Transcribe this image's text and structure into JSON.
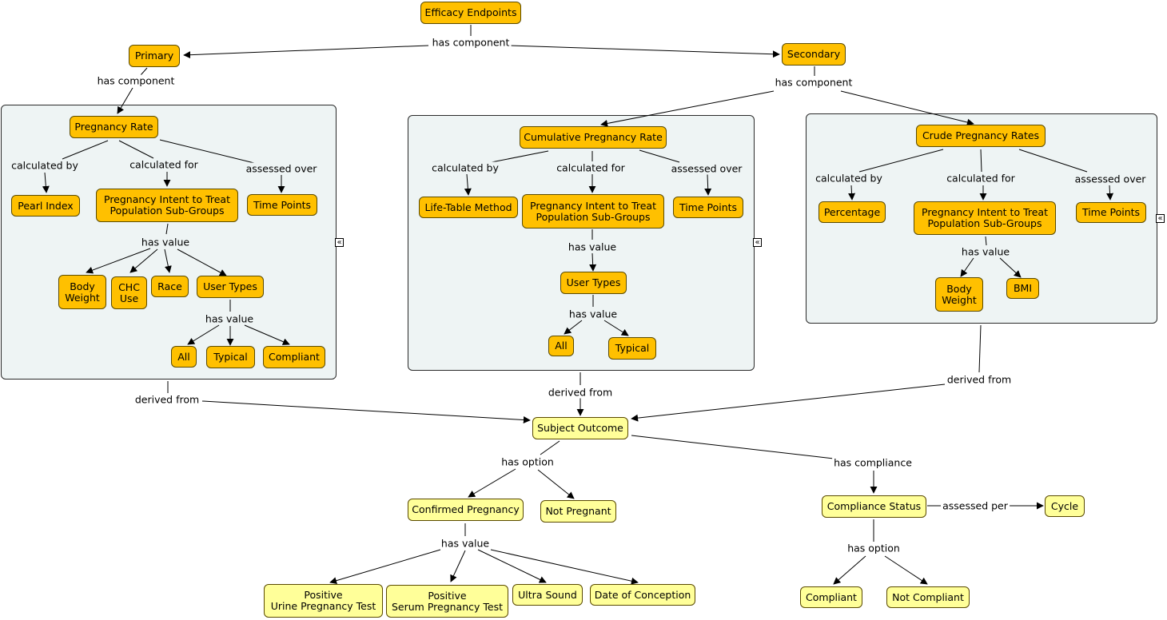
{
  "nodes": {
    "efficacy": "Efficacy Endpoints",
    "primary": "Primary",
    "secondary": "Secondary",
    "pregnancy_rate": "Pregnancy Rate",
    "pearl_index": "Pearl Index",
    "pitt_1": "Pregnancy Intent to Treat\nPopulation Sub-Groups",
    "time_points_1": "Time Points",
    "body_weight_1": "Body\nWeight",
    "chc_use": "CHC\nUse",
    "race": "Race",
    "user_types_1": "User Types",
    "all_1": "All",
    "typical_1": "Typical",
    "compliant_1": "Compliant",
    "cumulative_rate": "Cumulative Pregnancy Rate",
    "life_table": "Life-Table Method",
    "pitt_2": "Pregnancy Intent to Treat\nPopulation Sub-Groups",
    "time_points_2": "Time Points",
    "user_types_2": "User Types",
    "all_2": "All",
    "typical_2": "Typical",
    "crude_rates": "Crude Pregnancy Rates",
    "percentage": "Percentage",
    "pitt_3": "Pregnancy Intent to Treat\nPopulation Sub-Groups",
    "time_points_3": "Time Points",
    "body_weight_3": "Body\nWeight",
    "bmi": "BMI",
    "subject_outcome": "Subject Outcome",
    "confirmed_pregnancy": "Confirmed Pregnancy",
    "not_pregnant": "Not Pregnant",
    "positive_urine": "Positive\nUrine Pregnancy Test",
    "positive_serum": "Positive\nSerum Pregnancy Test",
    "ultra_sound": "Ultra Sound",
    "date_of_conception": "Date of Conception",
    "compliance_status": "Compliance Status",
    "cycle": "Cycle",
    "compliant_2": "Compliant",
    "not_compliant": "Not Compliant"
  },
  "links": {
    "has_component_top": "has component",
    "has_component_primary": "has component",
    "has_component_secondary": "has component",
    "p_calculated_by": "calculated by",
    "p_calculated_for": "calculated for",
    "p_assessed_over": "assessed over",
    "p_has_value": "has value",
    "p_has_value_types": "has value",
    "c_calculated_by": "calculated by",
    "c_calculated_for": "calculated for",
    "c_assessed_over": "assessed over",
    "c_has_value": "has value",
    "c_has_value_types": "has value",
    "r_calculated_by": "calculated by",
    "r_calculated_for": "calculated for",
    "r_assessed_over": "assessed over",
    "r_has_value": "has value",
    "derived_from_1": "derived from",
    "derived_from_2": "derived from",
    "derived_from_3": "derived from",
    "has_option_outcome": "has option",
    "has_compliance": "has compliance",
    "has_value_confirmed": "has value",
    "assessed_per": "assessed per",
    "has_option_compliance": "has option"
  },
  "colors": {
    "node_orange": "#ffc000",
    "node_yellow": "#ffff99",
    "group_bg": "#eef4f4"
  },
  "icons": {
    "collapse": "«"
  }
}
